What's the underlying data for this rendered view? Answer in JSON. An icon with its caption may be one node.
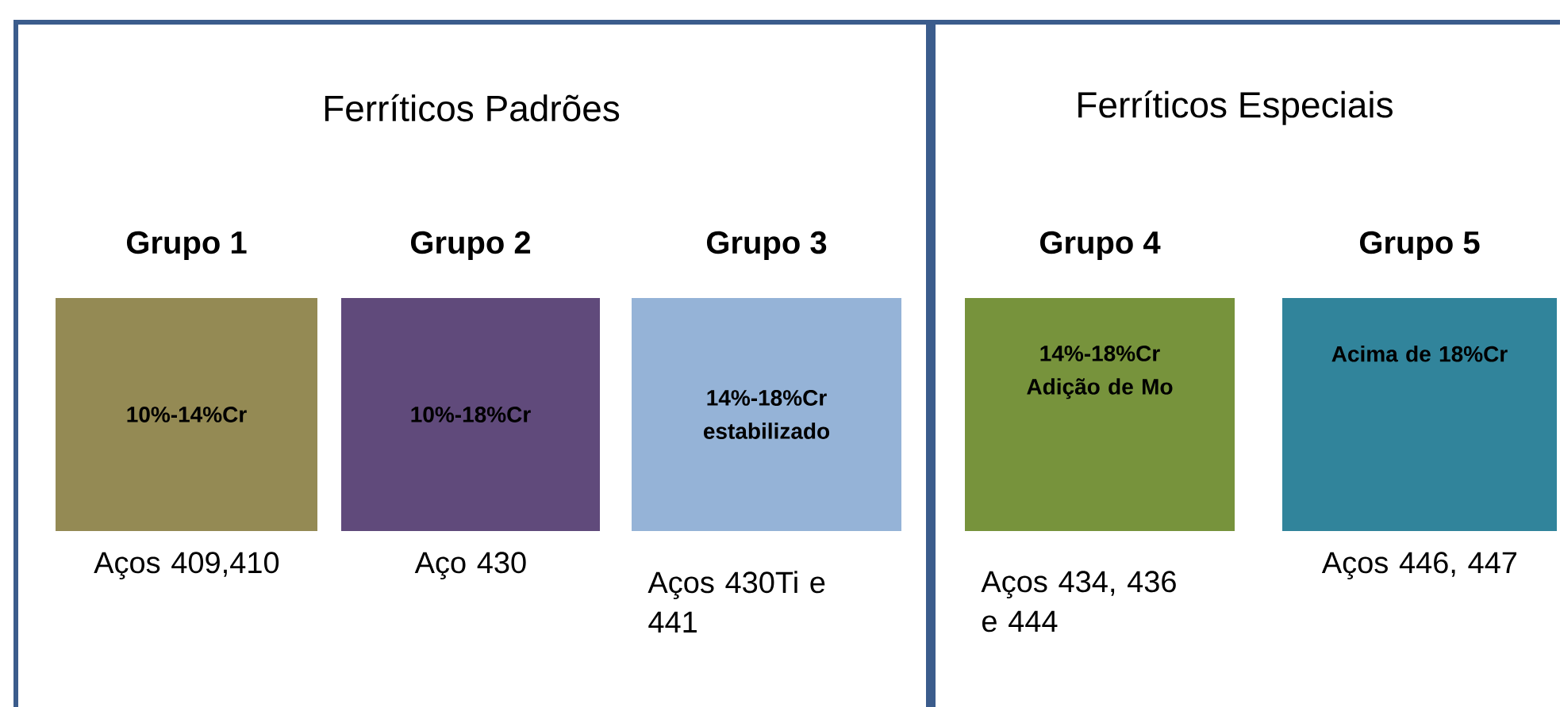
{
  "diagram": {
    "nodes": [
      {
        "text": [
          "Ferríticos Padrões"
        ]
      },
      {
        "text": [
          "Grupo 1",
          "10%-14%Cr"
        ],
        "in": 0,
        "beside": [
          "Aços 409,410"
        ]
      },
      {
        "text": [
          "Grupo 2",
          "10%-18%Cr"
        ],
        "in": 0,
        "beside": [
          "Aço 430"
        ]
      },
      {
        "text": [
          "Grupo 3",
          "14%-18%Cr estabilizado"
        ],
        "in": 0,
        "beside": [
          "Aços 430Ti e 441"
        ]
      },
      {
        "text": [
          "Ferríticos Especiais"
        ]
      },
      {
        "text": [
          "Grupo 4",
          "14%-18%Cr Adição de Mo"
        ],
        "in": 4,
        "beside": [
          "Aços 434, 436 e 444"
        ]
      },
      {
        "text": [
          "Grupo 5",
          "Acima de 18%Cr"
        ],
        "in": 4,
        "beside": [
          "Aços 446, 447"
        ]
      }
    ]
  }
}
